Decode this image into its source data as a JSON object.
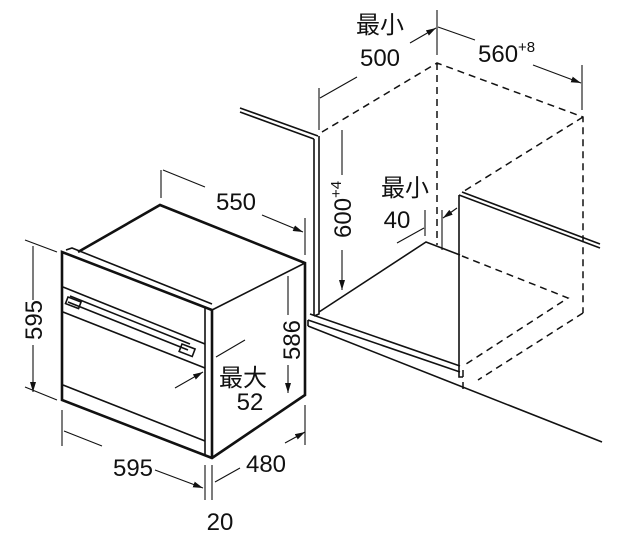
{
  "diagram": {
    "title": "Built-in oven installation dimensions",
    "oven": {
      "depth": "550",
      "height": "595",
      "width": "595",
      "body_width": "480",
      "body_height": "586",
      "front_panel": "20",
      "max_label": "最大",
      "handle_depth": "52"
    },
    "cabinet": {
      "min_label": "最小",
      "min_depth": "500",
      "width": "560",
      "width_tolerance": "+8",
      "height": "600",
      "height_tolerance": "+4",
      "min_gap_label": "最小",
      "min_gap": "40"
    }
  }
}
